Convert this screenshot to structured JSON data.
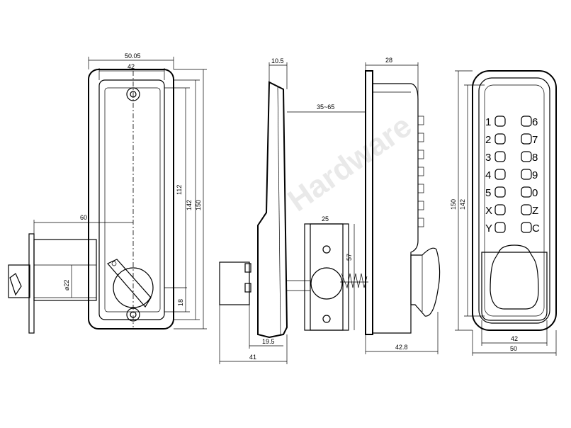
{
  "watermark": "Hardware",
  "dimensions": {
    "front_overall_width": "50.05",
    "front_inner_width": "42",
    "front_height_112": "112",
    "front_height_142": "142",
    "front_height_150": "150",
    "latch_length": "60",
    "latch_diameter": "⌀22",
    "thumbturn_offset": "18",
    "plate_thickness": "10.5",
    "backset_range": "35~65",
    "strike_width": "25",
    "strike_height": "57",
    "latch_projection": "19.5",
    "overall_depth": "41",
    "keypad_depth": "28",
    "knob_depth": "42.8",
    "keypad_height_150": "150",
    "keypad_height_142": "142",
    "keypad_inner_width": "42",
    "keypad_outer_width": "50"
  },
  "keypad": {
    "left_keys": [
      "1",
      "2",
      "3",
      "4",
      "5",
      "X",
      "Y"
    ],
    "right_keys": [
      "6",
      "7",
      "8",
      "9",
      "0",
      "Z",
      "C"
    ]
  }
}
